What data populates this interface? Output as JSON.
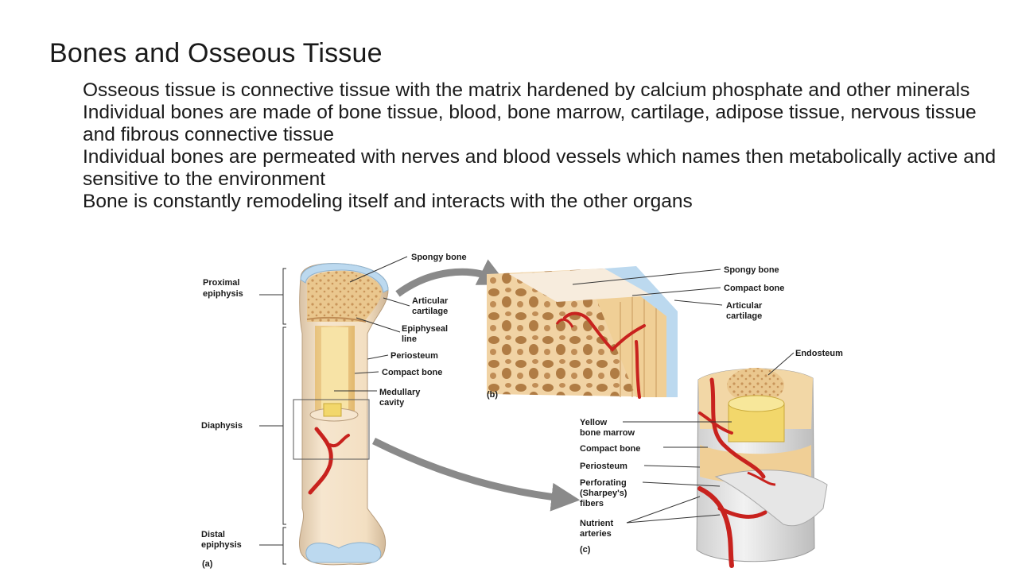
{
  "slide": {
    "title": "Bones and Osseous Tissue",
    "bullets": [
      "Osseous tissue is connective tissue with the matrix hardened by calcium phosphate and other minerals",
      "Individual bones are made of bone tissue, blood, bone marrow, cartilage, adipose tissue, nervous tissue and fibrous connective tissue",
      "Individual bones are permeated with nerves and blood vessels which names then metabolically active and sensitive to the environment",
      "Bone is constantly remodeling itself and interacts with the other organs"
    ]
  },
  "figure": {
    "panel_a": {
      "region_labels": {
        "proximal_1": "Proximal",
        "proximal_2": "epiphysis",
        "diaphysis": "Diaphysis",
        "distal_1": "Distal",
        "distal_2": "epiphysis"
      },
      "labels": {
        "spongy_bone": "Spongy bone",
        "articular_1": "Articular",
        "articular_2": "cartilage",
        "epiphyseal_1": "Epiphyseal",
        "epiphyseal_2": "line",
        "periosteum": "Periosteum",
        "compact_bone": "Compact bone",
        "medullary_1": "Medullary",
        "medullary_2": "cavity"
      },
      "caption": "(a)"
    },
    "panel_b": {
      "labels": {
        "spongy_bone": "Spongy bone",
        "compact_bone": "Compact bone",
        "articular_1": "Articular",
        "articular_2": "cartilage"
      },
      "caption": "(b)"
    },
    "panel_c": {
      "labels": {
        "endosteum": "Endosteum",
        "yellow_1": "Yellow",
        "yellow_2": "bone marrow",
        "compact_bone": "Compact bone",
        "periosteum": "Periosteum",
        "perforating_1": "Perforating",
        "perforating_2": "(Sharpey's)",
        "perforating_3": "fibers",
        "nutrient_1": "Nutrient",
        "nutrient_2": "arteries"
      },
      "caption": "(c)"
    },
    "colors": {
      "bone_tan": "#f3dcc0",
      "spongy": "#e9c48a",
      "marrow_yellow": "#f2d76b",
      "cartilage_blue": "#bcd9ef",
      "artery_red": "#c8221e",
      "arrow_gray": "#8a8a8a"
    }
  }
}
